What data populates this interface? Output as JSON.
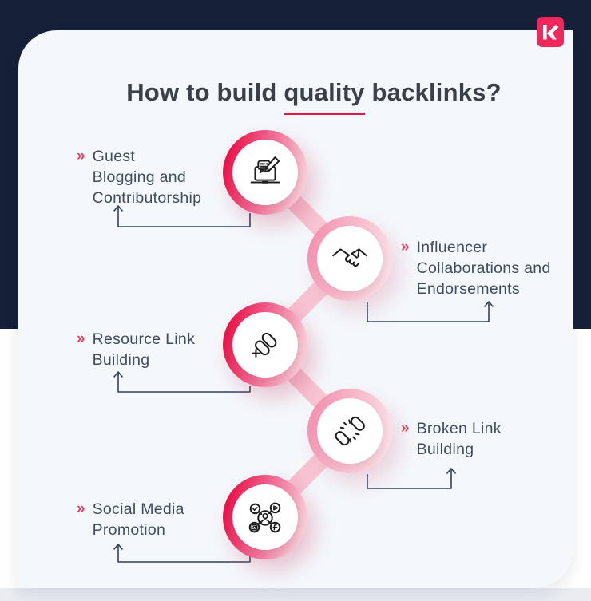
{
  "title": {
    "prefix": "How to build ",
    "highlight": "quality",
    "suffix": " backlinks?"
  },
  "bullet": "»",
  "logo": {
    "icon": "km-monogram-icon"
  },
  "colors": {
    "navy": "#152139",
    "accent": "#e9164c",
    "card": "#f4f8fb",
    "label_text": "#414c5f"
  },
  "items": [
    {
      "icon": "guest-blogging-icon",
      "lines": [
        "Guest",
        "Blogging and",
        "Contributorship"
      ]
    },
    {
      "icon": "handshake-icon",
      "lines": [
        "Influencer",
        "Collaborations and",
        "Endorsements"
      ]
    },
    {
      "icon": "resource-link-icon",
      "lines": [
        "Resource Link",
        "Building"
      ]
    },
    {
      "icon": "broken-link-icon",
      "lines": [
        "Broken Link",
        "Building"
      ]
    },
    {
      "icon": "social-media-icon",
      "lines": [
        "Social Media",
        "Promotion"
      ]
    }
  ]
}
